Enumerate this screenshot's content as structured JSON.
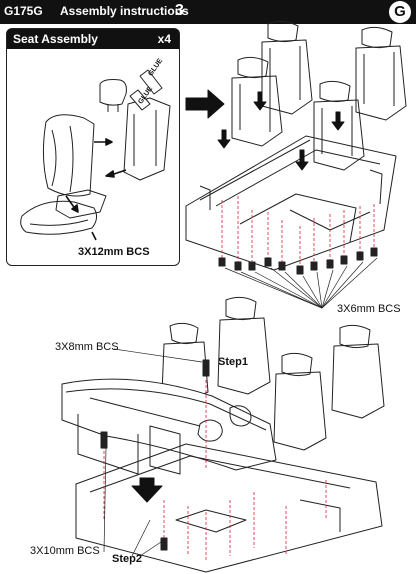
{
  "header": {
    "model": "G175G",
    "title": "Assembly instructions",
    "step": "3",
    "brand_letter": "G"
  },
  "inset": {
    "title": "Seat Assembly",
    "count": "x4",
    "glue_label": "GLUE",
    "screw_label": "3X12mm BCS"
  },
  "upper": {
    "screw_label": "3X6mm BCS"
  },
  "lower": {
    "screw_8": "3X8mm BCS",
    "step1": "Step1",
    "screw_10": "3X10mm BCS",
    "step2": "Step2"
  }
}
